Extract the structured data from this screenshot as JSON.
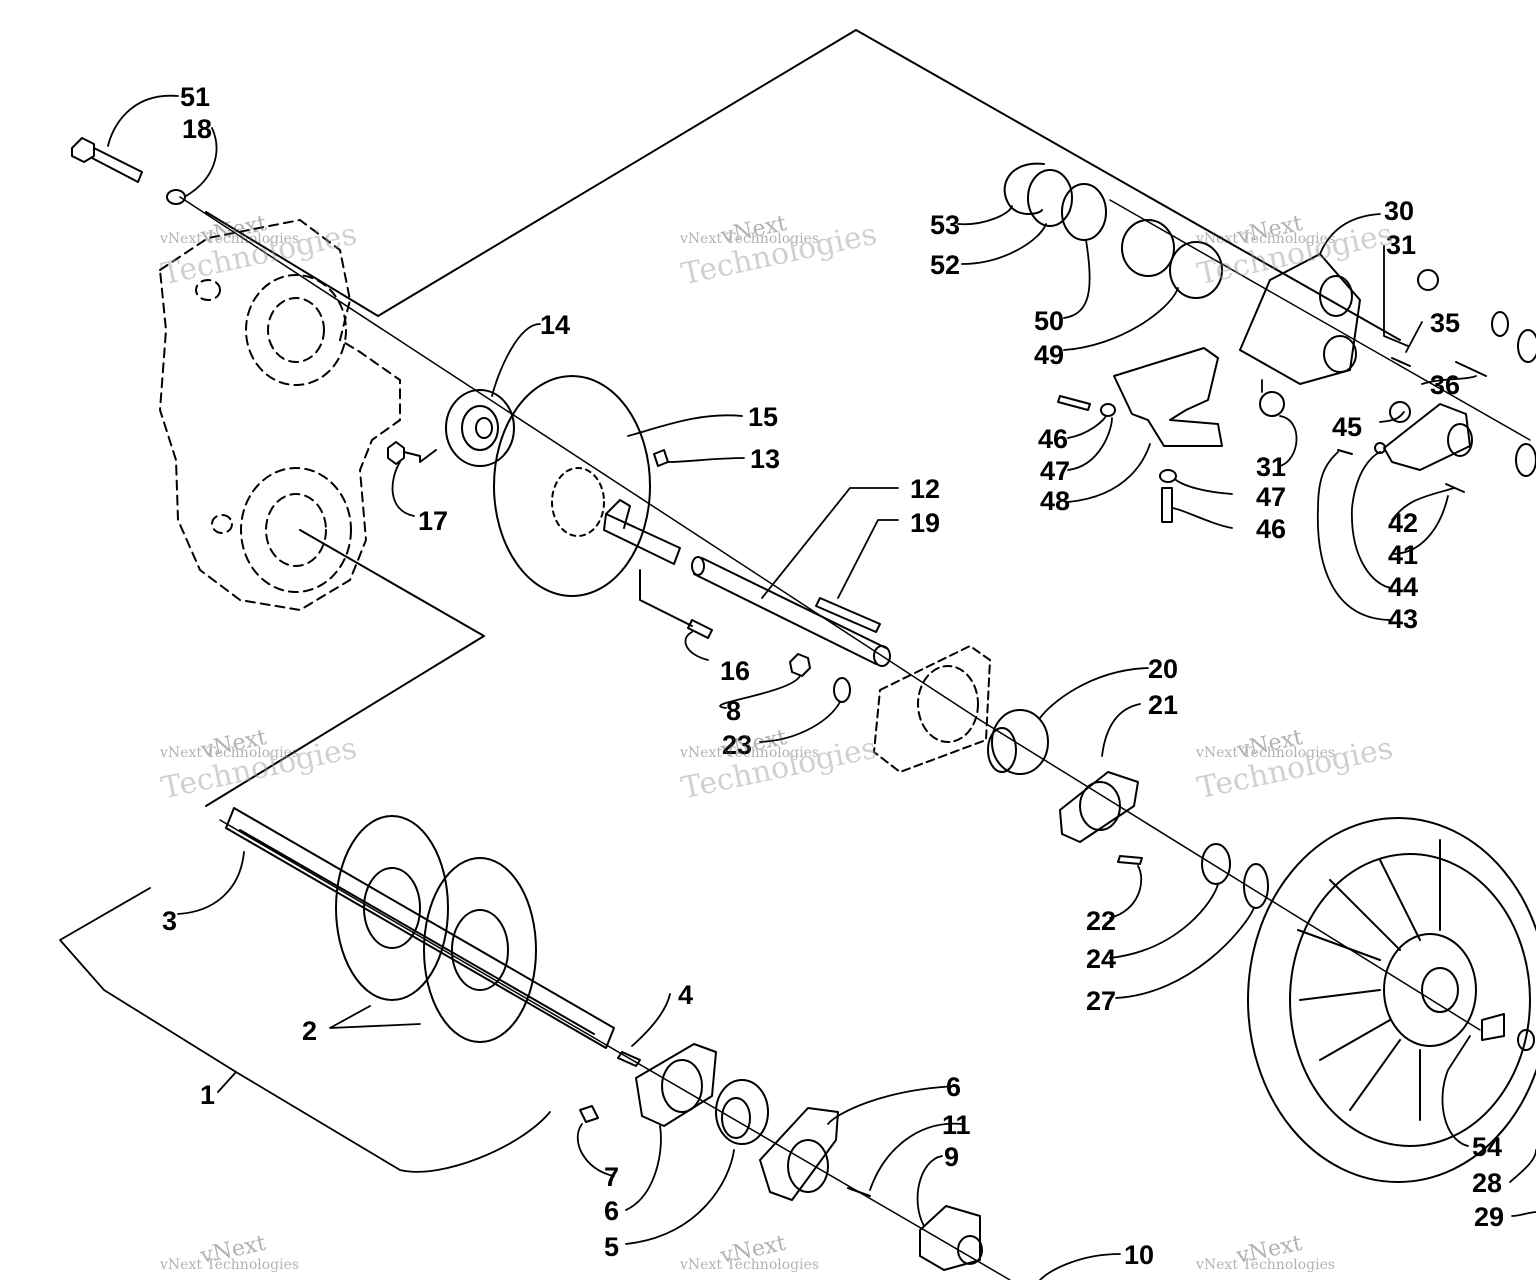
{
  "labels": {
    "l51": "51",
    "l18": "18",
    "l14": "14",
    "l15": "15",
    "l13": "13",
    "l12": "12",
    "l19": "19",
    "l17": "17",
    "l16": "16",
    "l8": "8",
    "l23": "23",
    "l20": "20",
    "l21": "21",
    "l22": "22",
    "l24": "24",
    "l27": "27",
    "l3": "3",
    "l2": "2",
    "l1": "1",
    "l4": "4",
    "l7": "7",
    "l6a": "6",
    "l5": "5",
    "l6b": "6",
    "l11": "11",
    "l9": "9",
    "l10": "10",
    "l30": "30",
    "l31a": "31",
    "l35": "35",
    "l36": "36",
    "l53": "53",
    "l52": "52",
    "l50": "50",
    "l49": "49",
    "l45": "45",
    "l46a": "46",
    "l47a": "47",
    "l48": "48",
    "l31b": "31",
    "l47b": "47",
    "l46b": "46",
    "l42": "42",
    "l41": "41",
    "l44": "44",
    "l43": "43",
    "l54": "54",
    "l28": "28",
    "l29": "29"
  },
  "watermark": {
    "line1": "vNext",
    "line2": "vNext Technologies",
    "line3": "Technologies"
  }
}
